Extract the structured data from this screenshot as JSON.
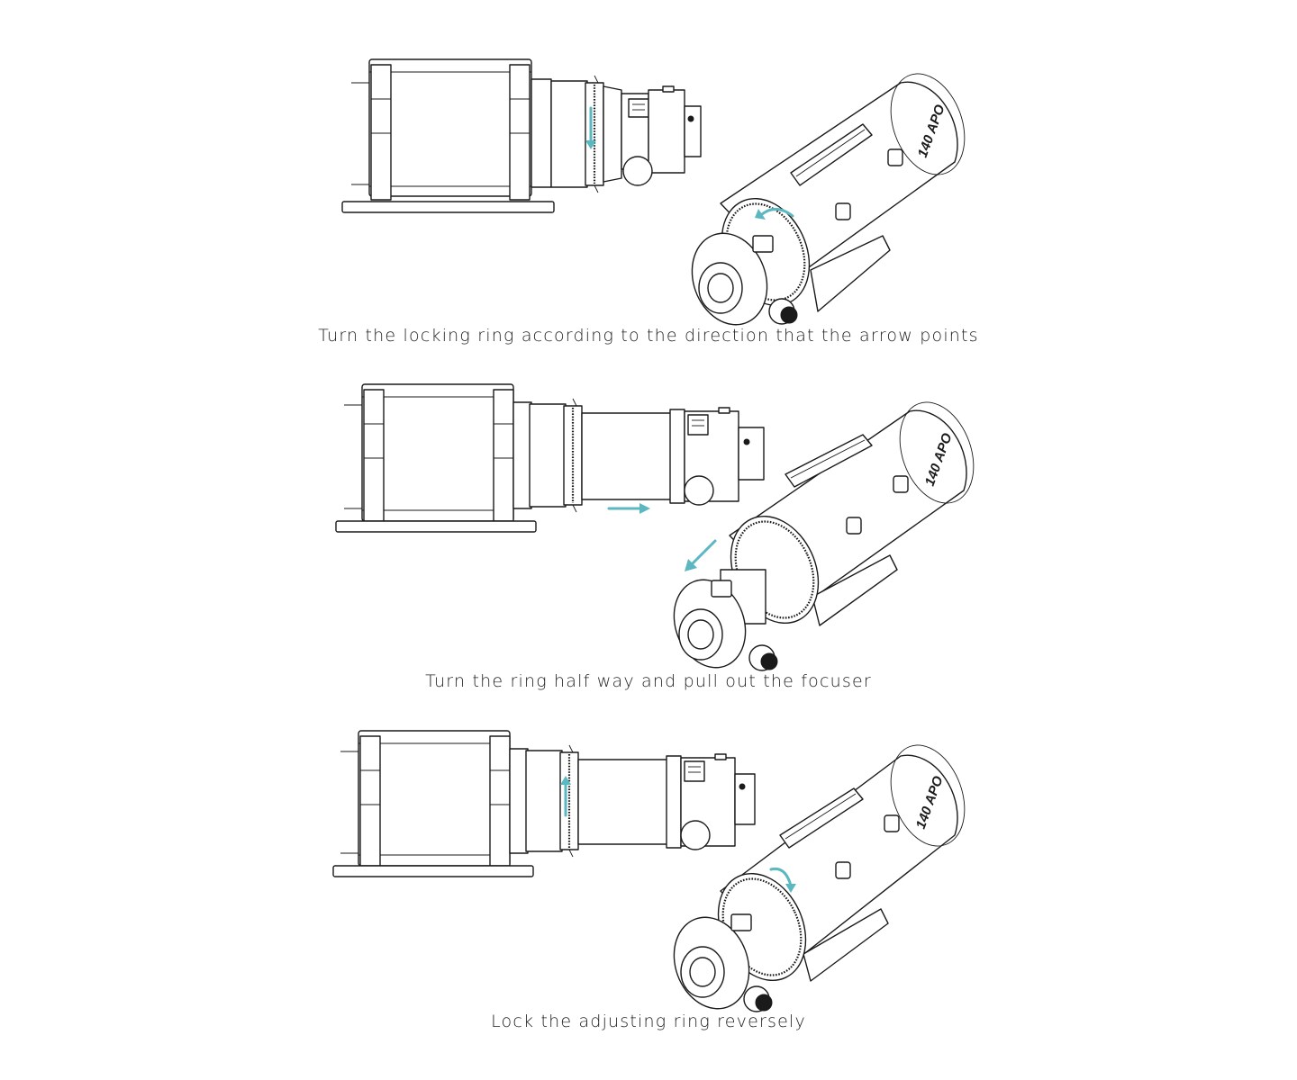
{
  "steps": [
    {
      "id": "unlock",
      "caption": "Turn the locking ring according to the direction that the arrow points",
      "arrow": "rotate-down",
      "model_label": "140 APO"
    },
    {
      "id": "pull-out",
      "caption": "Turn the ring half way and pull out the focuser",
      "arrow": "pull-right",
      "model_label": "140 APO"
    },
    {
      "id": "lock",
      "caption": "Lock the adjusting ring reversely",
      "arrow": "rotate-up",
      "model_label": "140 APO"
    }
  ],
  "colors": {
    "line": "#1a1a1a",
    "arrow": "#5bb7c0",
    "background": "#ffffff"
  }
}
